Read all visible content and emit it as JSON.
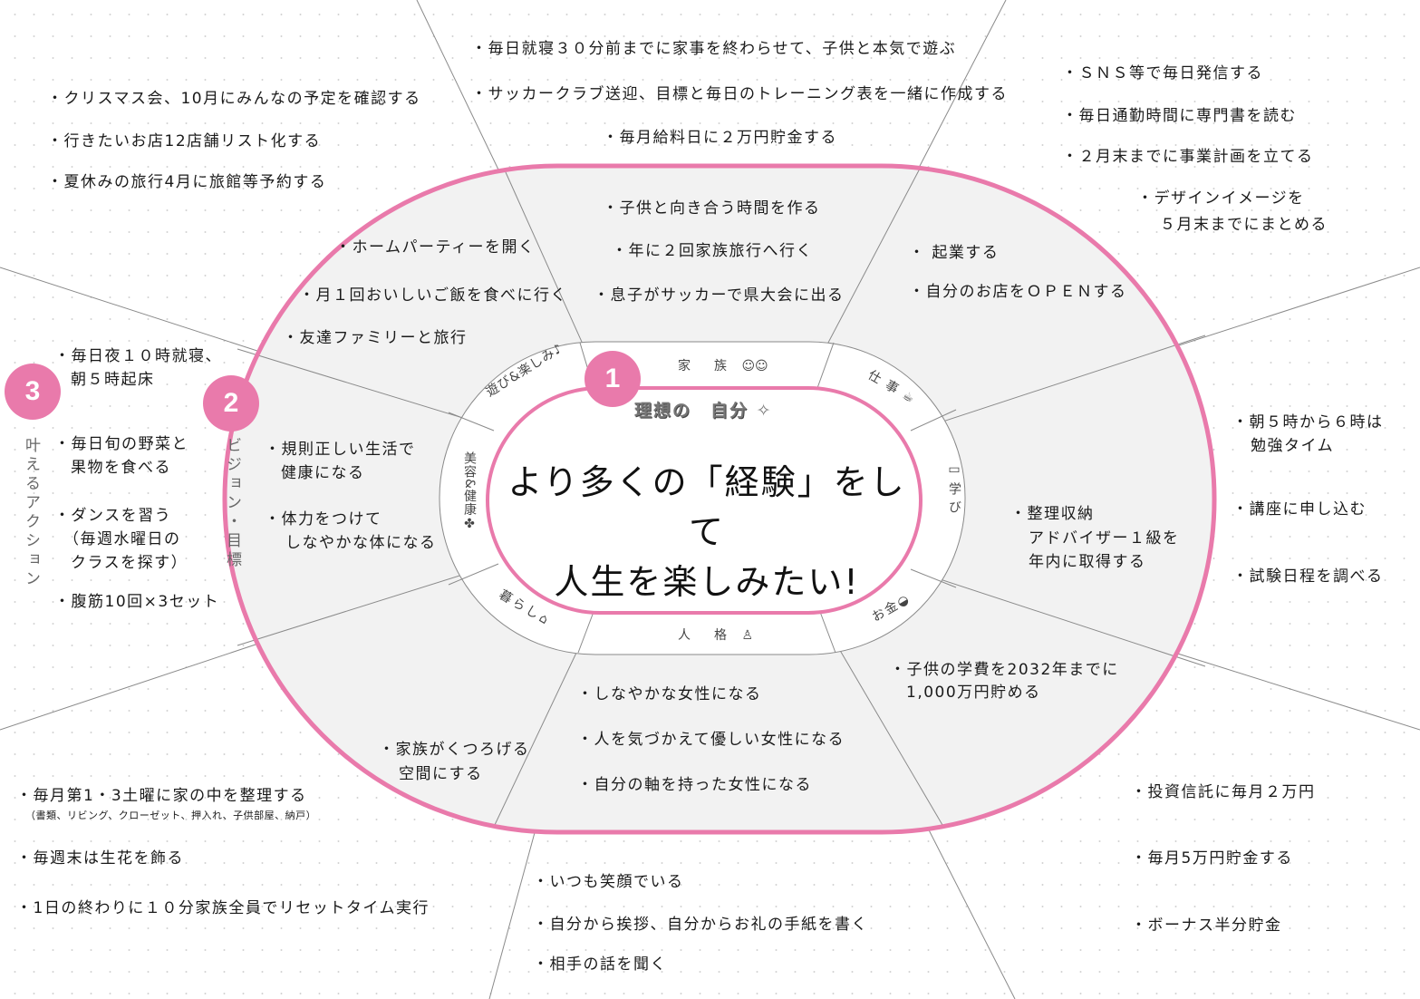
{
  "center": {
    "line1": "より多くの「経験」をして",
    "line2": "人生を楽しみたい!",
    "ideal_label": "理想の　自分",
    "sparkle_icon": "sparkle-icon"
  },
  "badges": [
    {
      "number": "1",
      "meaning": "理想の自分"
    },
    {
      "number": "2",
      "label": "ビジョン・目標"
    },
    {
      "number": "3",
      "label": "叶えるアクション"
    }
  ],
  "colors": {
    "accent_pink": "#e97aab",
    "ring_fill": "#f2f2f2",
    "inner_ring_fill": "#ffffff",
    "divider": "#8a8a8a"
  },
  "categories": [
    {
      "id": "family",
      "label": "家　族",
      "icon": "smiley-family-icon"
    },
    {
      "id": "work",
      "label": "仕事",
      "icon": "mug-icon"
    },
    {
      "id": "learning",
      "label": "学び",
      "icon": "book-icon"
    },
    {
      "id": "money",
      "label": "お金",
      "icon": "money-bag-icon"
    },
    {
      "id": "personality",
      "label": "人　格",
      "icon": "person-icon"
    },
    {
      "id": "living",
      "label": "暮らし",
      "icon": "house-icon"
    },
    {
      "id": "beauty",
      "label": "美容&健康",
      "icon": "clover-icon"
    },
    {
      "id": "play",
      "label": "遊び&楽しみ",
      "icon": "music-note-icon"
    }
  ],
  "sections": {
    "family": {
      "vision": [
        "・子供と向き合う時間を作る",
        "・年に２回家族旅行へ行く",
        "・息子がサッカーで県大会に出る"
      ],
      "actions": [
        "・毎日就寝３０分前までに家事を終わらせて、子供と本気で遊ぶ",
        "・サッカークラブ送迎、目標と毎日のトレーニング表を一緒に作成する",
        "・毎月給料日に２万円貯金する"
      ]
    },
    "work": {
      "vision": [
        "・ 起業する",
        "・自分のお店をＯＰＥＮする"
      ],
      "actions": [
        "・ＳＮＳ等で毎日発信する",
        "・毎日通勤時間に専門書を読む",
        "・２月末までに事業計画を立てる",
        "・デザインイメージを",
        "５月末までにまとめる"
      ]
    },
    "learning": {
      "vision": [
        "・整理収納",
        "アドバイザー１級を",
        "年内に取得する"
      ],
      "actions": [
        "・朝５時から６時は",
        "勉強タイム",
        "・講座に申し込む",
        "・試験日程を調べる"
      ]
    },
    "money": {
      "vision": [
        "・子供の学費を2032年までに",
        "1,000万円貯める"
      ],
      "actions": [
        "・投資信託に毎月２万円",
        "・毎月5万円貯金する",
        "・ボーナス半分貯金"
      ]
    },
    "personality": {
      "vision": [
        "・しなやかな女性になる",
        "・人を気づかえて優しい女性になる",
        "・自分の軸を持った女性になる"
      ],
      "actions": [
        "・いつも笑顔でいる",
        "・自分から挨拶、自分からお礼の手紙を書く",
        "・相手の話を聞く"
      ]
    },
    "living": {
      "vision": [
        "・家族がくつろげる",
        "空間にする"
      ],
      "actions": [
        "・毎月第1・3土曜に家の中を整理する",
        "（書類、リビング、クローゼット、押入れ、子供部屋、納戸）",
        "・毎週末は生花を飾る",
        "・1日の終わりに１０分家族全員でリセットタイム実行"
      ]
    },
    "beauty": {
      "vision": [
        "・規則正しい生活で",
        "健康になる",
        "・体力をつけて",
        "しなやかな体になる"
      ],
      "actions": [
        "・毎日夜１０時就寝、",
        "朝５時起床",
        "・毎日旬の野菜と",
        "果物を食べる",
        "・ダンスを習う",
        "（毎週水曜日の",
        "クラスを探す）",
        "・腹筋10回×3セット"
      ]
    },
    "play": {
      "vision": [
        "・ホームパーティーを開く",
        "・月１回おいしいご飯を食べに行く",
        "・友達ファミリーと旅行"
      ],
      "actions": [
        "・クリスマス会、10月にみんなの予定を確認する",
        "・行きたいお店12店舗リスト化する",
        "・夏休みの旅行4月に旅館等予約する"
      ]
    }
  }
}
